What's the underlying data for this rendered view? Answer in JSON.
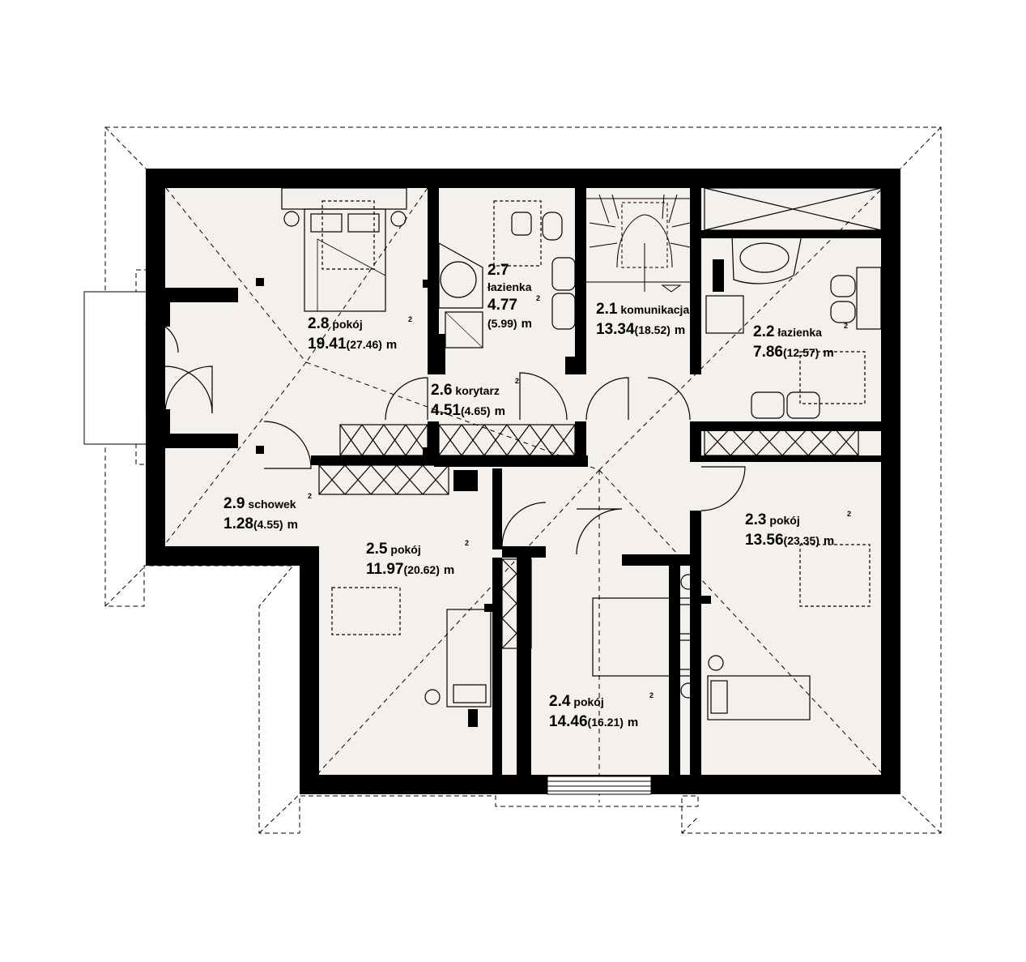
{
  "rooms": [
    {
      "id": "2.1",
      "number": "2.1",
      "name": "komunikacja",
      "area": "13.34",
      "area_ext": "(18.52)",
      "unit": "m",
      "sup": "2"
    },
    {
      "id": "2.2",
      "number": "2.2",
      "name": "łazienka",
      "area": "7.86",
      "area_ext": "(12.57)",
      "unit": "m",
      "sup": "2"
    },
    {
      "id": "2.3",
      "number": "2.3",
      "name": "pokój",
      "area": "13.56",
      "area_ext": "(23.35)",
      "unit": "m",
      "sup": "2"
    },
    {
      "id": "2.4",
      "number": "2.4",
      "name": "pokój",
      "area": "14.46",
      "area_ext": "(16.21)",
      "unit": "m",
      "sup": "2"
    },
    {
      "id": "2.5",
      "number": "2.5",
      "name": "pokój",
      "area": "11.97",
      "area_ext": "(20.62)",
      "unit": "m",
      "sup": "2"
    },
    {
      "id": "2.6",
      "number": "2.6",
      "name": "korytarz",
      "area": "4.51",
      "area_ext": "(4.65)",
      "unit": "m",
      "sup": "2"
    },
    {
      "id": "2.7",
      "number": "2.7",
      "name": "łazienka",
      "area": "4.77",
      "area_ext": "(5.99)",
      "unit": "m",
      "sup": "2"
    },
    {
      "id": "2.8",
      "number": "2.8",
      "name": "pokój",
      "area": "19.41",
      "area_ext": "(27.46)",
      "unit": "m",
      "sup": "2"
    },
    {
      "id": "2.9",
      "number": "2.9",
      "name": "schowek",
      "area": "1.28",
      "area_ext": "(4.55)",
      "unit": "m",
      "sup": "2"
    }
  ],
  "colors": {
    "floor": "#f4f1ec",
    "wall": "#000000",
    "line": "#000000",
    "background": "#ffffff"
  }
}
